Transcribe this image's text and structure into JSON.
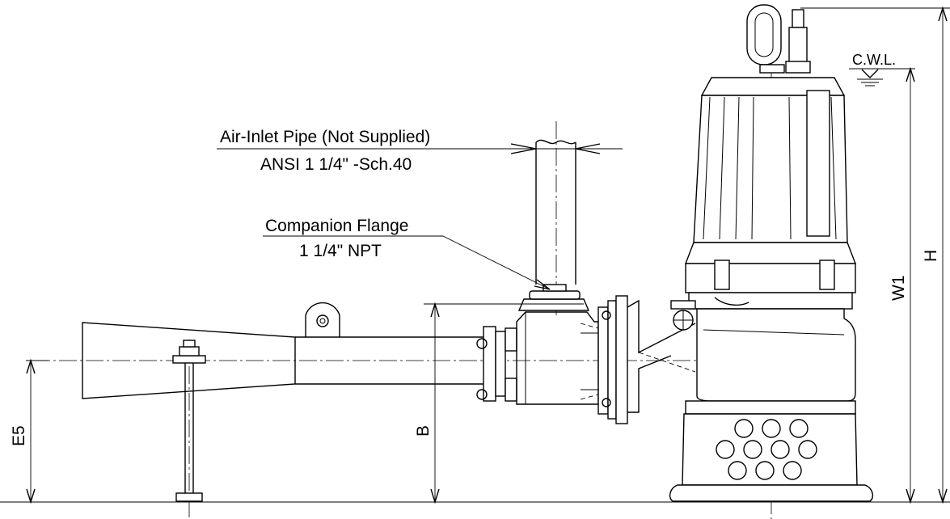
{
  "labels": {
    "air_inlet_title": "Air-Inlet Pipe (Not Supplied)",
    "air_inlet_spec": "ANSI 1 1/4\" -Sch.40",
    "flange_title": "Companion Flange",
    "flange_spec": "1 1/4\" NPT",
    "water_level": "C.W.L."
  },
  "dimensions": {
    "e5": "E5",
    "b": "B",
    "w1": "W1",
    "h": "H"
  }
}
